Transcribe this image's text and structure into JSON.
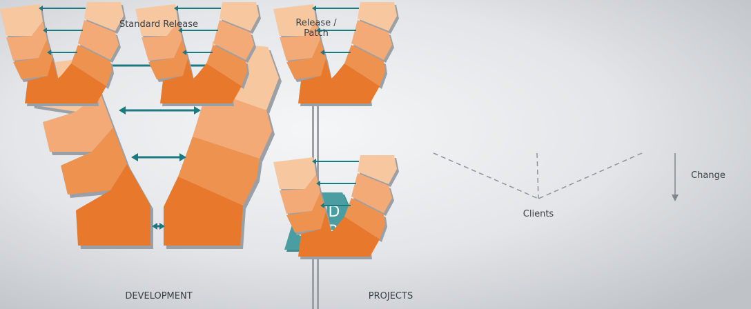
{
  "labels": {
    "standard_release": "Standard Release",
    "release_patch": [
      "Release /",
      "Patch"
    ],
    "handover": [
      "HAND",
      "OVER"
    ],
    "clients": "Clients",
    "change": "Change",
    "development": "DEVELOPMENT",
    "projects": "PROJECTS"
  },
  "colors": {
    "tier1": "#f7c7a0",
    "tier2": "#f3aa76",
    "tier3": "#ee934f",
    "tier4": "#e8782c",
    "tier_shadow": "#9aa0a6",
    "arrow": "#1a7a80",
    "handover": "#4a9ea2",
    "divider": "#9ba1a7",
    "text": "#3a3f44",
    "background_light": "#f2f3f5",
    "background_dark": "#c9cdd2"
  }
}
